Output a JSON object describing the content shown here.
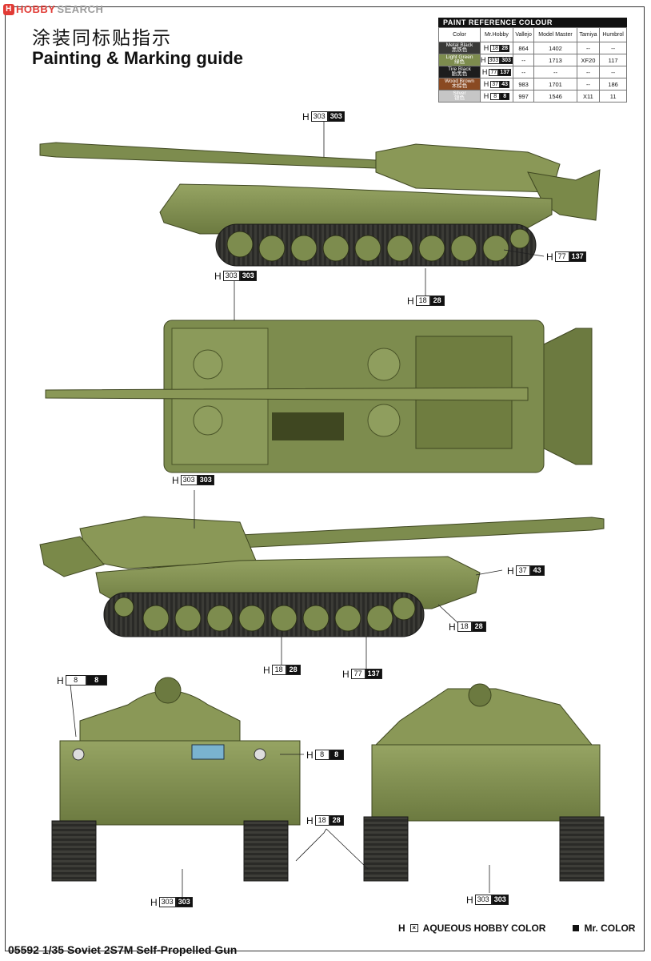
{
  "watermark": {
    "badge": "H",
    "brand": "HOBBY",
    "search": "SEARCH"
  },
  "header": {
    "title_cn": "涂装同标贴指示",
    "title_en": "Painting & Marking guide"
  },
  "paint_reference": {
    "title": "PAINT REFERENCE COLOUR",
    "columns": [
      "Color",
      "Mr.Hobby",
      "Vallejo",
      "Model Master",
      "Tamiya",
      "Humbrol"
    ],
    "rows": [
      {
        "name_en": "Metal Black",
        "name_cn": "黑铁色",
        "swatch": "#3a3a38",
        "aq": "18",
        "mr": "28",
        "vallejo": "864",
        "model_master": "1402",
        "tamiya": "--",
        "humbrol": "--"
      },
      {
        "name_en": "Light Green",
        "name_cn": "绿色",
        "swatch": "#7d8c4e",
        "aq": "303",
        "mr": "303",
        "vallejo": "--",
        "model_master": "1713",
        "tamiya": "XF20",
        "humbrol": "117"
      },
      {
        "name_en": "Tire Black",
        "name_cn": "胎黑色",
        "swatch": "#1d1d1d",
        "aq": "77",
        "mr": "137",
        "vallejo": "--",
        "model_master": "--",
        "tamiya": "--",
        "humbrol": "--"
      },
      {
        "name_en": "Wood Brown",
        "name_cn": "木棕色",
        "swatch": "#8a4a22",
        "aq": "37",
        "mr": "43",
        "vallejo": "983",
        "model_master": "1701",
        "tamiya": "--",
        "humbrol": "186"
      },
      {
        "name_en": "Silver",
        "name_cn": "银色",
        "swatch": "#c6c6c6",
        "aq": "8",
        "mr": "8",
        "vallejo": "997",
        "model_master": "1546",
        "tamiya": "X11",
        "humbrol": "11"
      }
    ]
  },
  "callouts": {
    "c1": {
      "aq": "303",
      "mr": "303"
    },
    "c2": {
      "aq": "77",
      "mr": "137"
    },
    "c3": {
      "aq": "303",
      "mr": "303"
    },
    "c4": {
      "aq": "18",
      "mr": "28"
    },
    "c5": {
      "aq": "303",
      "mr": "303"
    },
    "c6": {
      "aq": "37",
      "mr": "43"
    },
    "c7": {
      "aq": "18",
      "mr": "28"
    },
    "c8": {
      "aq": "18",
      "mr": "28"
    },
    "c9": {
      "aq": "77",
      "mr": "137"
    },
    "c10": {
      "aq": "8",
      "mr": "8"
    },
    "c11": {
      "aq": "8",
      "mr": "8"
    },
    "c12": {
      "aq": "18",
      "mr": "28"
    },
    "c13": {
      "aq": "303",
      "mr": "303"
    },
    "c14": {
      "aq": "303",
      "mr": "303"
    }
  },
  "h_letter": "H",
  "legend": {
    "aqueous": "AQUEOUS HOBBY COLOR",
    "mr": "Mr. COLOR"
  },
  "footer": {
    "code": "05592 1/35  Soviet 2S7M Self-Propelled Gun"
  },
  "colors": {
    "olive": "#7d8c4e",
    "olive_dark": "#5e6b35",
    "olive_light": "#98a566",
    "track": "#2a2a27",
    "wheel_center": "#8a3a28"
  }
}
